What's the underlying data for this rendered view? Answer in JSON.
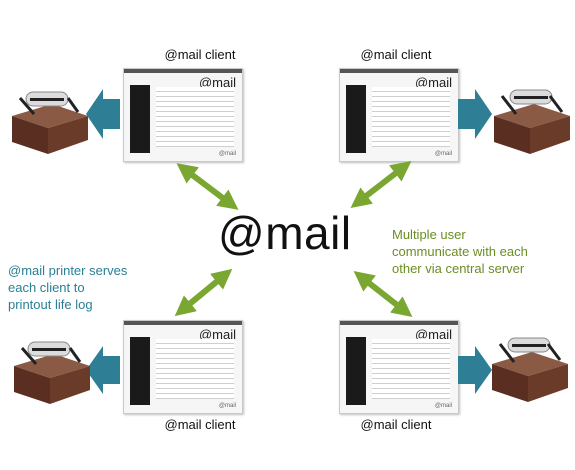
{
  "hub": {
    "title": "@mail"
  },
  "clients": [
    {
      "label": "@mail client"
    },
    {
      "label": "@mail client"
    },
    {
      "label": "@mail client"
    },
    {
      "label": "@mail client"
    }
  ],
  "screen": {
    "logo": "@mail",
    "footer": "@mail"
  },
  "notes": {
    "multi_user": [
      "Multiple user",
      "communicate with each",
      "other via central server"
    ],
    "printer": [
      "@mail printer serves",
      "each client to",
      "printout life log"
    ]
  },
  "colors": {
    "arrow_green": "#7aa632",
    "arrow_teal": "#2e7f95",
    "note_green": "#6b8e23",
    "note_blue": "#2a7f96",
    "printer_wood": "#6b3b2a"
  },
  "icons": {
    "printer": "printer-icon",
    "arrow": "double-arrow-icon"
  }
}
